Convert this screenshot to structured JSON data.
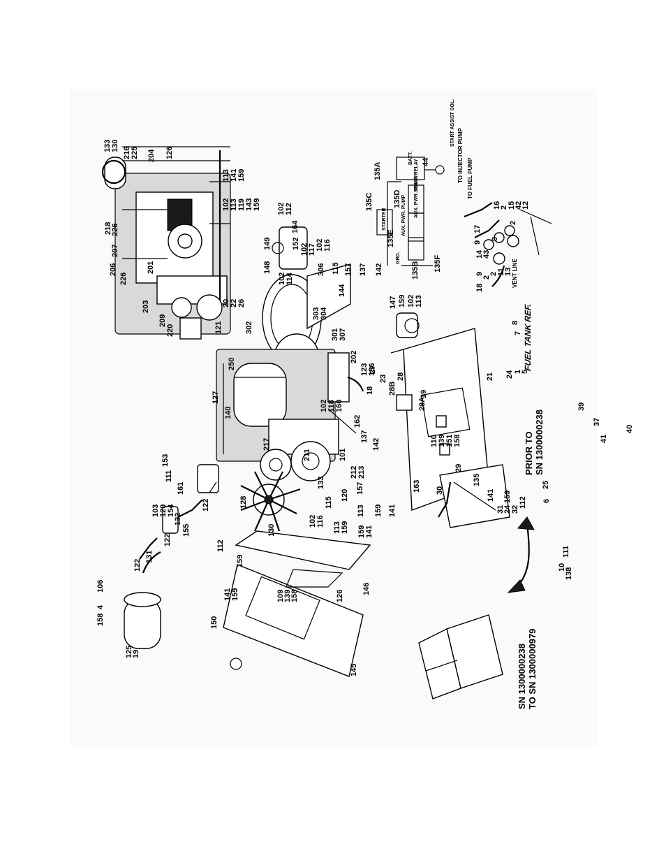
{
  "labels": {
    "a1": "133",
    "a2": "130",
    "a3": "216",
    "a4": "225",
    "a5": "204",
    "a6": "126",
    "a7": "218",
    "a8": "207",
    "a9": "226",
    "a10": "206",
    "a11": "226",
    "a12": "201",
    "a13": "203",
    "a14": "209",
    "a15": "220",
    "a16": "121",
    "a17": "20",
    "a18": "22",
    "a19": "26",
    "a20": "302",
    "a21": "301",
    "a22": "307",
    "a23": "303",
    "a24": "304",
    "a25": "144",
    "a26": "102",
    "a27": "113",
    "a28": "119",
    "a29": "143",
    "a30": "159",
    "a31": "113",
    "a32": "141",
    "a33": "159",
    "a34": "102",
    "a35": "112",
    "a36": "164",
    "a37": "149",
    "a38": "152",
    "a39": "102",
    "a40": "117",
    "a41": "148",
    "a42": "102",
    "a43": "114",
    "a44": "306",
    "a45": "102",
    "a46": "116",
    "a47": "115",
    "a48": "157",
    "a49": "137",
    "a50": "142",
    "b1": "250",
    "b2": "127",
    "b3": "140",
    "b4": "217",
    "b5": "211",
    "b6": "133",
    "b7": "101",
    "b8": "212",
    "b9": "213",
    "b10": "102",
    "b11": "118",
    "b12": "160",
    "b13": "202",
    "b14": "123",
    "b15": "156",
    "b16": "18",
    "b17": "162",
    "b18": "115",
    "b19": "120",
    "b20": "157",
    "b21": "137",
    "b22": "142",
    "b23": "128",
    "b24": "130",
    "b25": "102",
    "b26": "116",
    "b27": "113",
    "b28": "159",
    "b29": "141",
    "c1": "153",
    "c2": "111",
    "c3": "161",
    "c4": "103",
    "c5": "129",
    "c6": "154",
    "c7": "132",
    "c8": "122",
    "c9": "155",
    "c10": "122",
    "c11": "131",
    "c12": "122",
    "c13": "106",
    "c14": "4",
    "c15": "158",
    "c16": "125",
    "c17": "19",
    "d1": "112",
    "d2": "159",
    "d3": "113",
    "d4": "159",
    "d5": "159",
    "d6": "141",
    "d7": "109",
    "d8": "139",
    "d9": "158",
    "d10": "141",
    "d11": "159",
    "d12": "150",
    "d13": "126",
    "d14": "146",
    "d15": "145",
    "e1": "147",
    "e2": "159",
    "e3": "102",
    "e4": "113",
    "e5": "27",
    "e6": "23",
    "e7": "28B",
    "e8": "28",
    "e9": "28A",
    "e10": "19",
    "e11": "110",
    "e12": "139",
    "e13": "151",
    "e14": "158",
    "e15": "163",
    "e16": "30",
    "e17": "29",
    "e18": "135",
    "e19": "141",
    "e20": "159",
    "e21": "112",
    "e22": "31",
    "e23": "24",
    "e24": "32",
    "e25": "25",
    "e26": "6",
    "e27": "111",
    "e28": "10",
    "e29": "138",
    "e30": "39",
    "e31": "37",
    "e32": "41",
    "e33": "40",
    "e34": "8",
    "e35": "7",
    "e36": "21",
    "e37": "24",
    "e38": "1",
    "e39": "5",
    "f1": "135A",
    "f2": "135C",
    "f3": "135D",
    "f4": "135E",
    "f5": "135F",
    "f6": "135B",
    "f7": "44",
    "g1": "17",
    "g2": "9",
    "g3": "16",
    "g4": "2",
    "g5": "15",
    "g6": "42",
    "g7": "12",
    "g8": "2",
    "g9": "14",
    "g10": "43",
    "g11": "2",
    "g12": "11",
    "g13": "13",
    "g14": "2",
    "g15": "18",
    "g16": "9",
    "g17": "9"
  },
  "schematic": {
    "starter": "STARTER",
    "batt": "BATT.",
    "start_relay": "START RELAY",
    "aux_pwr_relay": "AUX. PWR. RELAY",
    "aux_pwr_pump": "AUX. PWR. PUMP",
    "grd": "GRD.",
    "start_assist_sol": "START ASSIST SOL."
  },
  "fuel": {
    "to_injector_pump": "TO INJECTOR PUMP",
    "to_fuel_pump": "TO FUEL PUMP",
    "vent_line": "VENT LINE",
    "fuel_tank_ref": "FUEL TANK REF."
  },
  "serial_notes": {
    "prior_to_line1": "PRIOR TO",
    "prior_to_line2": "SN 1300000238",
    "range_line1": "SN 1300000238",
    "range_line2": "TO SN 1300000979"
  },
  "colors": {
    "ink": "#000000",
    "paper": "#fafafa"
  }
}
